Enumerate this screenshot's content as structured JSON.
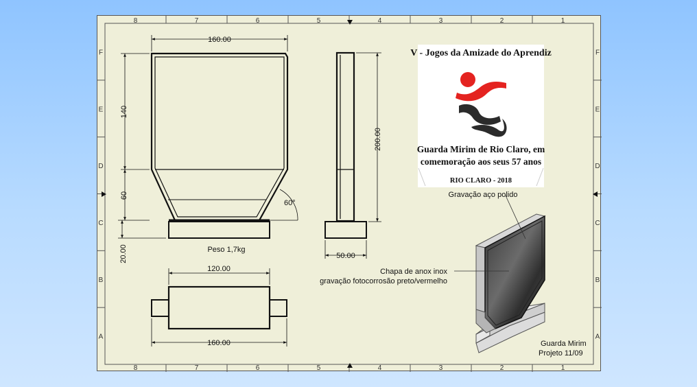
{
  "zones": {
    "columns": [
      "8",
      "7",
      "6",
      "5",
      "4",
      "3",
      "2",
      "1"
    ],
    "rows": [
      "F",
      "E",
      "D",
      "C",
      "B",
      "A"
    ]
  },
  "front_view": {
    "width_top": "160.00",
    "height_upper": "140",
    "height_lower": "60",
    "angle": "60°",
    "base_height": "20.00",
    "weight": "Peso 1,7kg"
  },
  "side_view": {
    "height": "200.00",
    "base_width": "50.00"
  },
  "top_view": {
    "inner_width": "120.00",
    "outer_width": "160.00"
  },
  "logo": {
    "title": "V - Jogos da Amizade do Aprendiz",
    "line1": "Guarda Mirim de Rio Claro, em",
    "line2": "comemoração aos seus 57 anos",
    "line3": "RIO CLARO - 2018",
    "colors": {
      "red": "#e42320",
      "dark": "#2b2b2b"
    },
    "icon": "running-figure-logo"
  },
  "annotations": {
    "engraving_label": "Gravação aço polido",
    "plate_label_1": "Chapa de anox inox",
    "plate_label_2": "gravação fotocorrosão preto/vermelho"
  },
  "title_block": {
    "line1": "Guarda Mirim",
    "line2": "Projeto 11/09"
  }
}
